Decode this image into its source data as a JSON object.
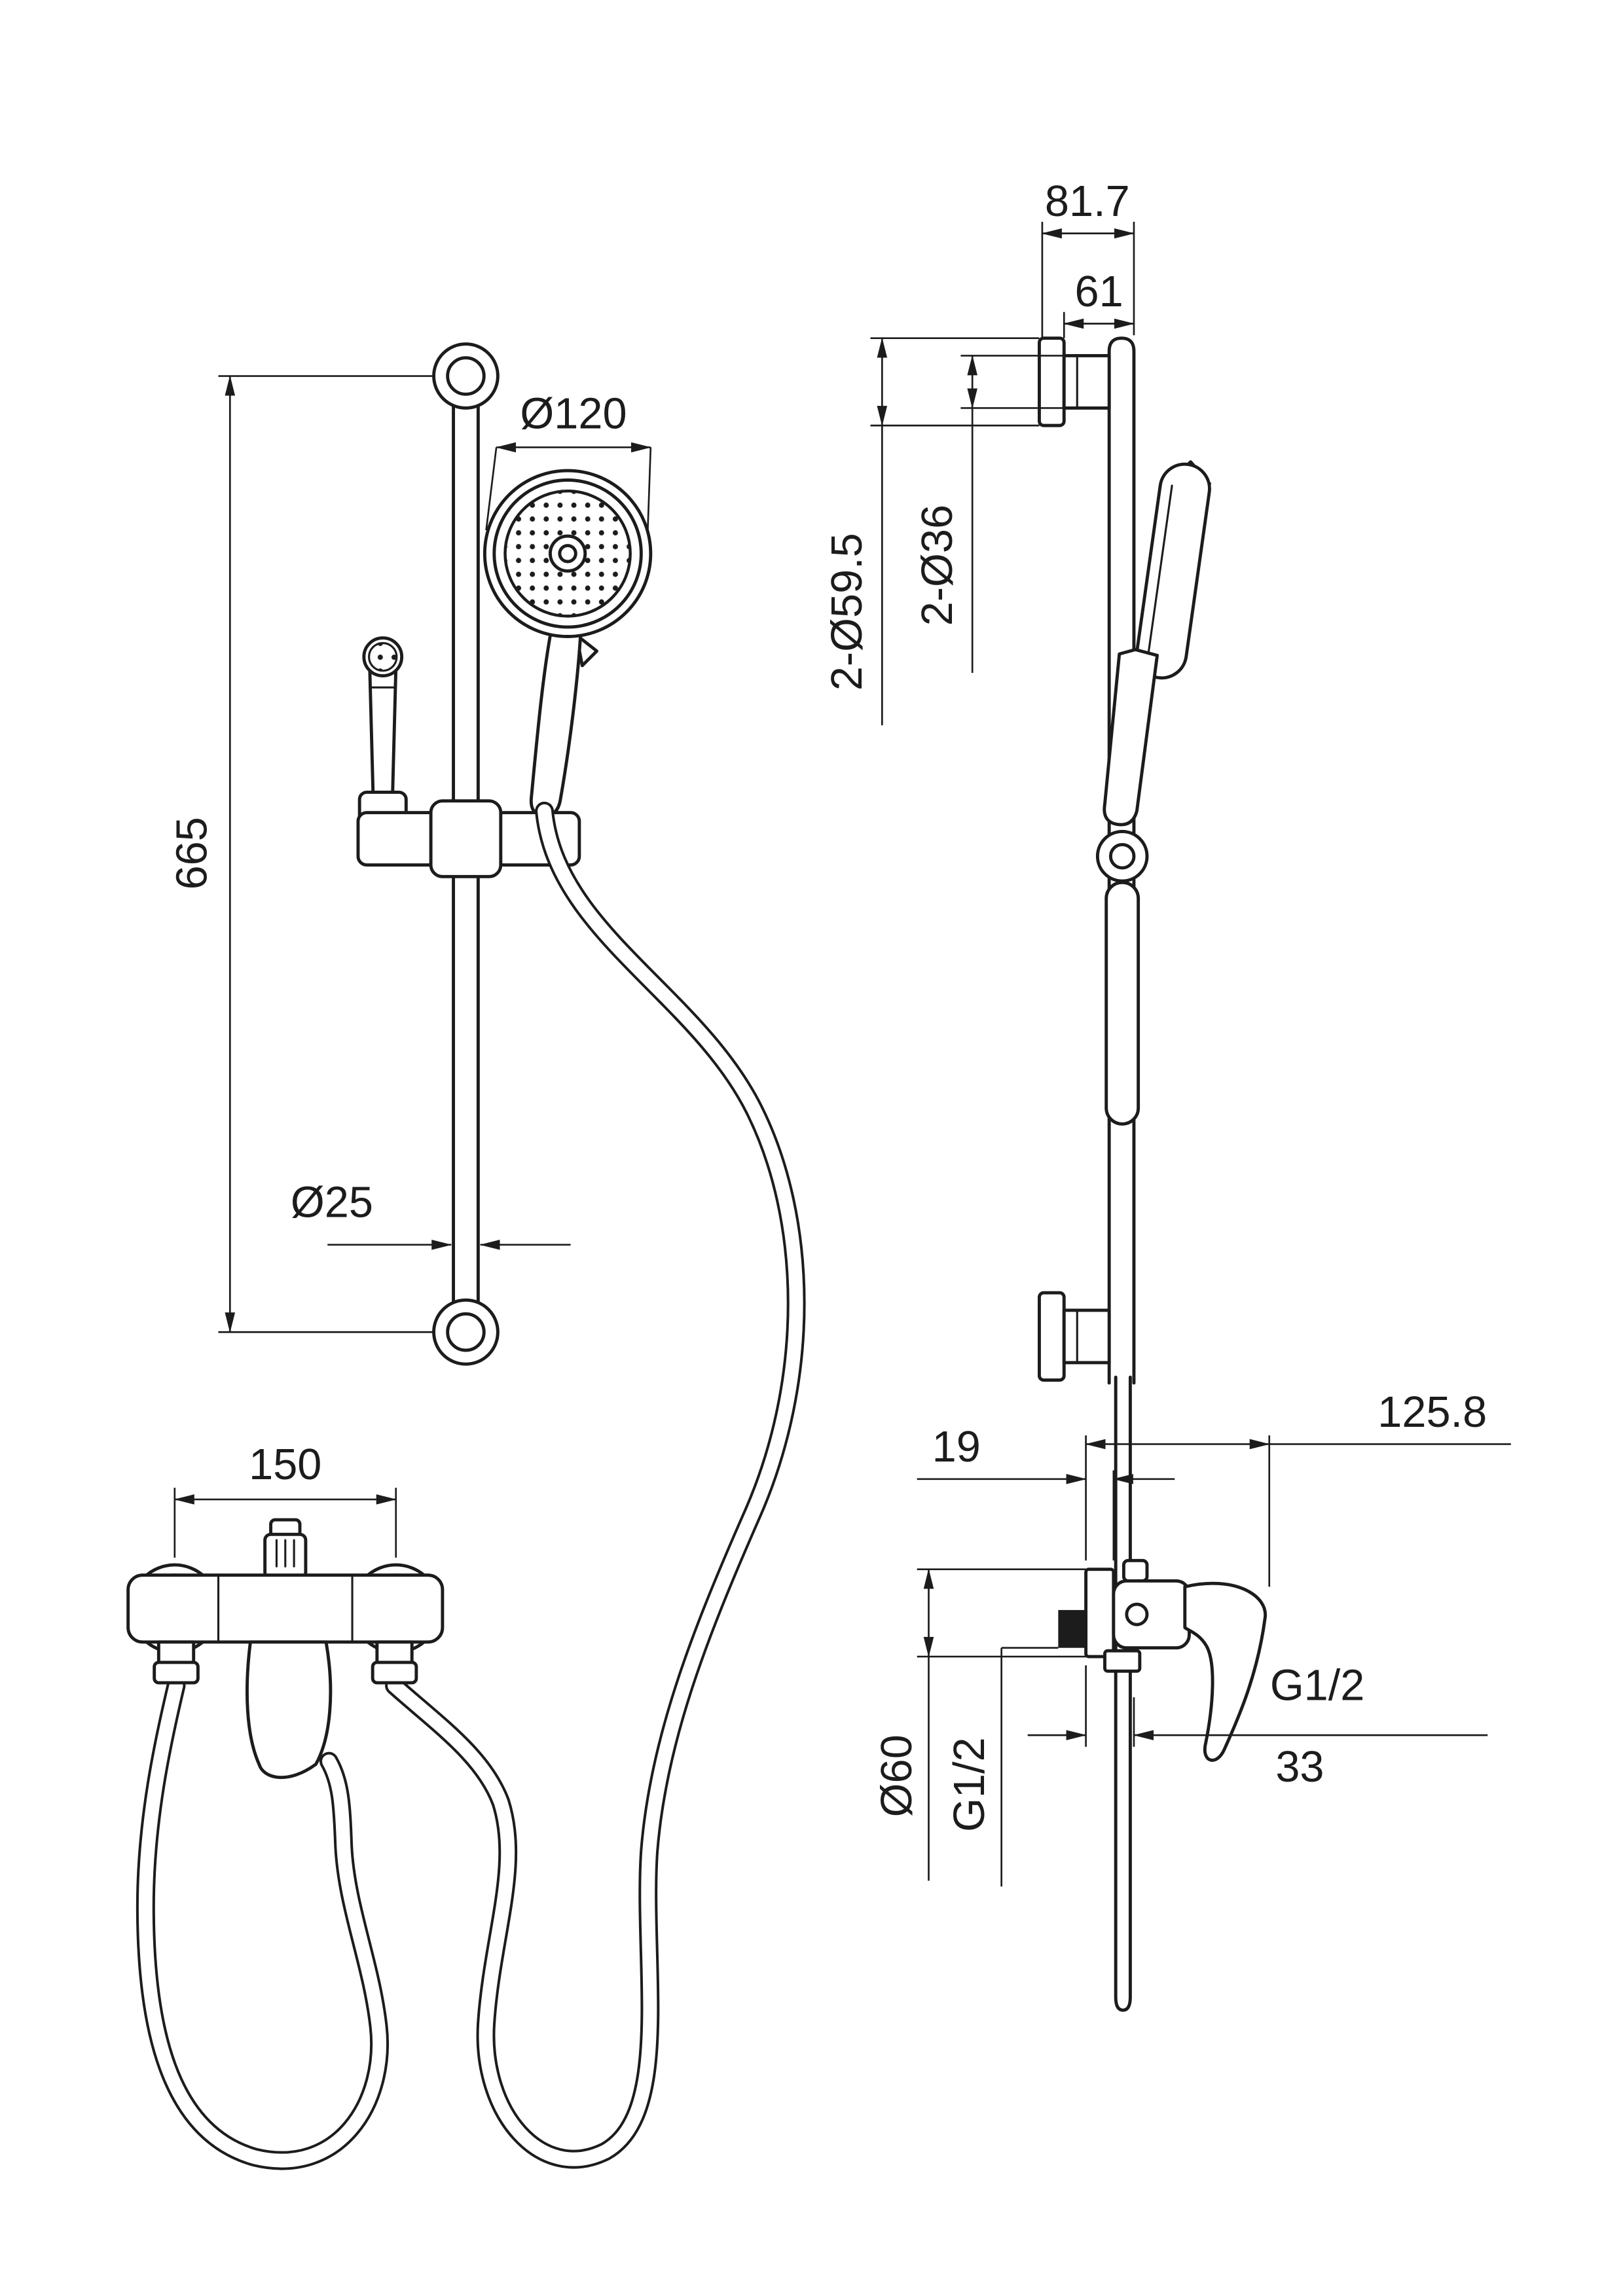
{
  "style": {
    "background": "#ffffff",
    "line_color": "#1c1c1c"
  },
  "front_view": {
    "dims": {
      "head_diameter": "Ø120",
      "rail_height": "665",
      "rail_diameter": "Ø25",
      "valve_center_distance": "150"
    }
  },
  "side_view": {
    "dims": {
      "wall_to_rail": "81.7",
      "bracket_projection": "61",
      "flange_diameter": "2-Ø59.5",
      "bracket_diameter": "2-Ø36",
      "valve_depth": "125.8",
      "escutcheon_depth": "19",
      "escutcheon_diameter": "Ø60",
      "inlet_thread": "G1/2",
      "outlet_thread": "G1/2",
      "outlet_offset": "33"
    }
  }
}
